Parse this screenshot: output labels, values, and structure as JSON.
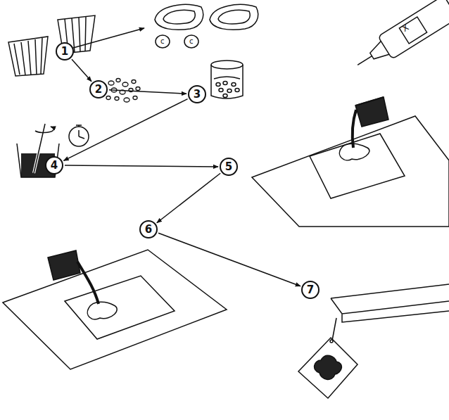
{
  "diagram": {
    "nodes": [
      {
        "text": [
          "1"
        ]
      },
      {
        "text": [
          "2"
        ]
      },
      {
        "text": [
          "3"
        ]
      },
      {
        "text": [
          "4"
        ]
      },
      {
        "text": [
          "5"
        ]
      },
      {
        "text": [
          "6"
        ]
      },
      {
        "text": [
          "7"
        ]
      }
    ],
    "edges": [
      {
        "from": 0,
        "to": 1,
        "arrow": "to"
      },
      {
        "from": 1,
        "to": 2,
        "arrow": "to"
      },
      {
        "from": 2,
        "to": 3,
        "arrow": "to"
      },
      {
        "from": 3,
        "to": 4,
        "arrow": "to"
      },
      {
        "from": 4,
        "to": 5,
        "arrow": "to"
      },
      {
        "from": 5,
        "to": 6,
        "arrow": "to"
      }
    ],
    "labels": [
      "c",
      "c",
      "X"
    ]
  }
}
